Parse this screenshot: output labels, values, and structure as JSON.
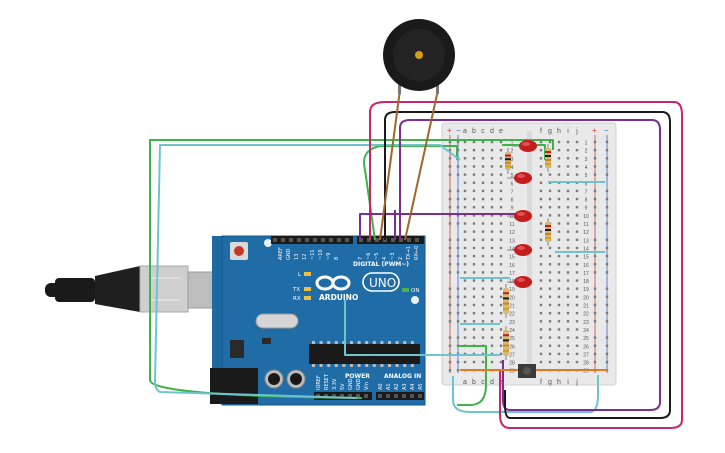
{
  "board": {
    "name": "ARDUINO",
    "model": "UNO",
    "header_digital": "DIGITAL (PWM~)",
    "header_power": "POWER",
    "header_analog": "ANALOG IN",
    "label_on": "ON",
    "label_l": "L",
    "label_tx": "TX",
    "label_rx": "RX",
    "top_pin_labels": [
      "AREF",
      "GND",
      "13",
      "12",
      "~11",
      "~10",
      "~9",
      "8",
      "7",
      "~6",
      "~5",
      "4",
      "~3",
      "2",
      "TX→1",
      "RX←0"
    ],
    "power_pin_labels": [
      "IOREF",
      "RESET",
      "3.3V",
      "5V",
      "GND",
      "GND",
      "Vin"
    ],
    "analog_pin_labels": [
      "A0",
      "A1",
      "A2",
      "A3",
      "A4",
      "A5"
    ]
  },
  "breadboard": {
    "column_letters_left": [
      "a",
      "b",
      "c",
      "d",
      "e"
    ],
    "column_letters_right": [
      "f",
      "g",
      "h",
      "i",
      "j"
    ],
    "row_numbers": [
      "1",
      "2",
      "3",
      "4",
      "5",
      "6",
      "7",
      "8",
      "9",
      "10",
      "11",
      "12",
      "13",
      "14",
      "15",
      "16",
      "17",
      "18",
      "19",
      "20",
      "21",
      "22",
      "23",
      "24",
      "25",
      "26",
      "27",
      "28",
      "29"
    ],
    "rail_plus": "+",
    "rail_minus": "−"
  },
  "colors": {
    "board": "#1e6aa3",
    "breadboard": "#e9e9e9",
    "wire_green": "#3db34a",
    "wire_cyan": "#6fc3cf",
    "wire_magenta": "#c8246f",
    "wire_purple": "#7a2f8f",
    "wire_black": "#1a1a1a",
    "wire_brown": "#a0662b",
    "wire_orange": "#e07a1f",
    "led_red": "#c41d1d"
  },
  "icons": {
    "buzzer": "piezo-buzzer-icon",
    "arduino_logo": "infinity-logo-icon"
  }
}
